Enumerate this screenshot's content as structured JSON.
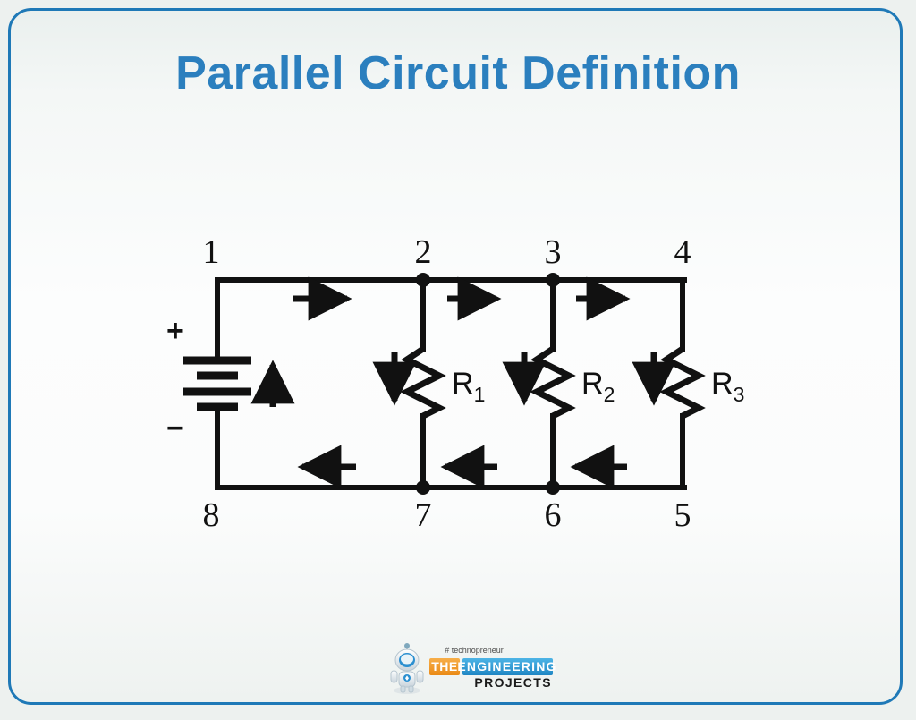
{
  "page": {
    "title": "Parallel Circuit Definition",
    "frame_border_color": "#1f79b7",
    "title_color": "#2b7fbe",
    "background_color": "#edf1ef"
  },
  "circuit": {
    "type": "parallel-resistor-circuit",
    "source": {
      "kind": "battery",
      "plus_label": "+",
      "minus_label": "−",
      "cells": 2,
      "current_arrow_direction": "up"
    },
    "node_labels_top": [
      "1",
      "2",
      "3",
      "4"
    ],
    "node_labels_bottom": [
      "8",
      "7",
      "6",
      "5"
    ],
    "junction_nodes": [
      "2",
      "3",
      "7",
      "6"
    ],
    "resistors": [
      {
        "label": "R",
        "subscript": "1",
        "between_nodes": [
          "2",
          "7"
        ],
        "branch_arrow_direction": "down"
      },
      {
        "label": "R",
        "subscript": "2",
        "between_nodes": [
          "3",
          "6"
        ],
        "branch_arrow_direction": "down"
      },
      {
        "label": "R",
        "subscript": "3",
        "between_nodes": [
          "4",
          "5"
        ],
        "branch_arrow_direction": "down"
      }
    ],
    "top_rail_arrows": [
      "right",
      "right",
      "right"
    ],
    "bottom_rail_arrows": [
      "left",
      "left",
      "left"
    ],
    "wire_color": "#111111"
  },
  "logo": {
    "tagline": "# technopreneur",
    "word_the": "THE",
    "word_engineering": "ENGINEERING",
    "word_projects": "PROJECTS",
    "the_box_color": "#f0962c",
    "engineering_box_color": "#2e9ad4",
    "projects_color": "#1b1b1b",
    "tagline_color": "#4c4c4c",
    "mascot": "robot-mascot"
  }
}
